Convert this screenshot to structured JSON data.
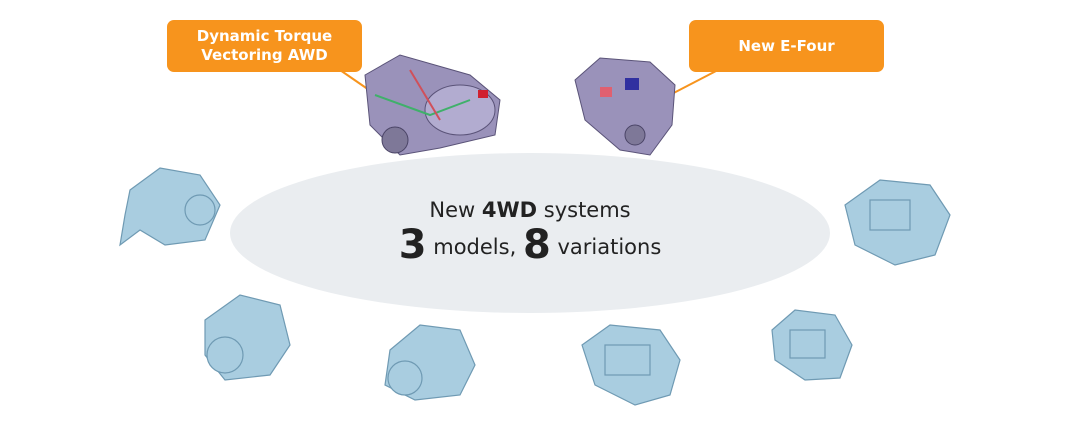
{
  "callouts": {
    "left": {
      "line1": "Dynamic Torque",
      "line2": "Vectoring AWD"
    },
    "right": "New E-Four"
  },
  "center": {
    "prefix": "New ",
    "bold": "4WD",
    "suffix": " systems",
    "models_count": "3",
    "models_label": " models, ",
    "variations_count": "8",
    "variations_label": " variations"
  },
  "colors": {
    "accent": "#f7941d",
    "ellipse": "#eaedf0",
    "component_blue": "#9fc6dc",
    "component_purple": "#8f86b0"
  }
}
